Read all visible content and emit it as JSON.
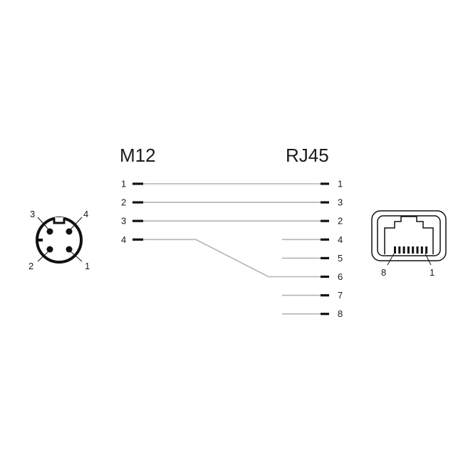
{
  "headers": {
    "left": "M12",
    "right": "RJ45"
  },
  "m12_pins": [
    "1",
    "2",
    "3",
    "4"
  ],
  "rj45_rows": [
    {
      "pin": "1",
      "wired_from": "1"
    },
    {
      "pin": "3",
      "wired_from": "2"
    },
    {
      "pin": "2",
      "wired_from": "3"
    },
    {
      "pin": "4",
      "wired_from": null
    },
    {
      "pin": "5",
      "wired_from": null
    },
    {
      "pin": "6",
      "wired_from": "4"
    },
    {
      "pin": "7",
      "wired_from": null
    },
    {
      "pin": "8",
      "wired_from": null
    }
  ],
  "m12_connector": {
    "labels": {
      "top_left": "3",
      "top_right": "4",
      "bottom_left": "2",
      "bottom_right": "1"
    }
  },
  "rj45_jack": {
    "labels": {
      "left": "8",
      "right": "1"
    }
  },
  "colors": {
    "wire": "#b3b3b3",
    "ink": "#111111"
  }
}
